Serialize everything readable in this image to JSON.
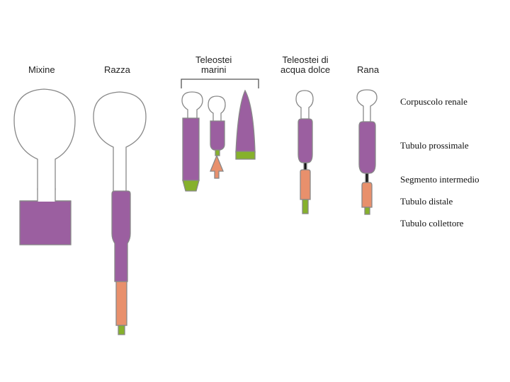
{
  "headers": {
    "mixine": "Mixine",
    "razza": "Razza",
    "teleostei_marini_1": "Teleostei",
    "teleostei_marini_2": "marini",
    "teleostei_dolce_1": "Teleostei di",
    "teleostei_dolce_2": "acqua dolce",
    "rana": "Rana"
  },
  "legend": {
    "corpuscolo": "Corpuscolo renale",
    "prossimale": "Tubulo prossimale",
    "intermedio": "Segmento intermedio",
    "distale": "Tubulo distale",
    "collettore": "Tubulo collettore"
  },
  "colors": {
    "outline": "#888888",
    "proximal": "#9b5fa0",
    "intermediate": "#111111",
    "distal": "#e8906c",
    "collecting": "#86b12c"
  }
}
